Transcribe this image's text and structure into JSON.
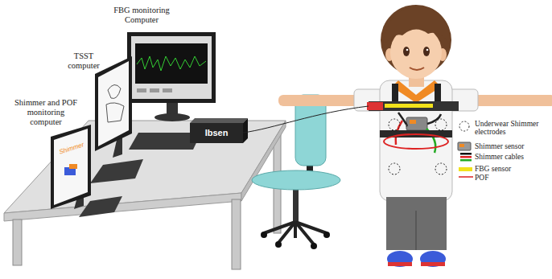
{
  "diagram": {
    "nodes": [
      {
        "text": [
          "FBG monitoring Computer"
        ]
      },
      {
        "text": [
          "TSST computer"
        ]
      },
      {
        "text": [
          "Shimmer and POF monitoring computer",
          "Shimmer"
        ]
      },
      {
        "text": [
          "Ibsen"
        ]
      }
    ],
    "legend": [
      {
        "text": "Underwear Shimmer electrodes"
      },
      {
        "text": "Shimmer sensor"
      },
      {
        "text": "Shimmer cables"
      },
      {
        "text": "FBG sensor",
        "color": "#f2e21b"
      },
      {
        "text": "POF"
      }
    ]
  }
}
